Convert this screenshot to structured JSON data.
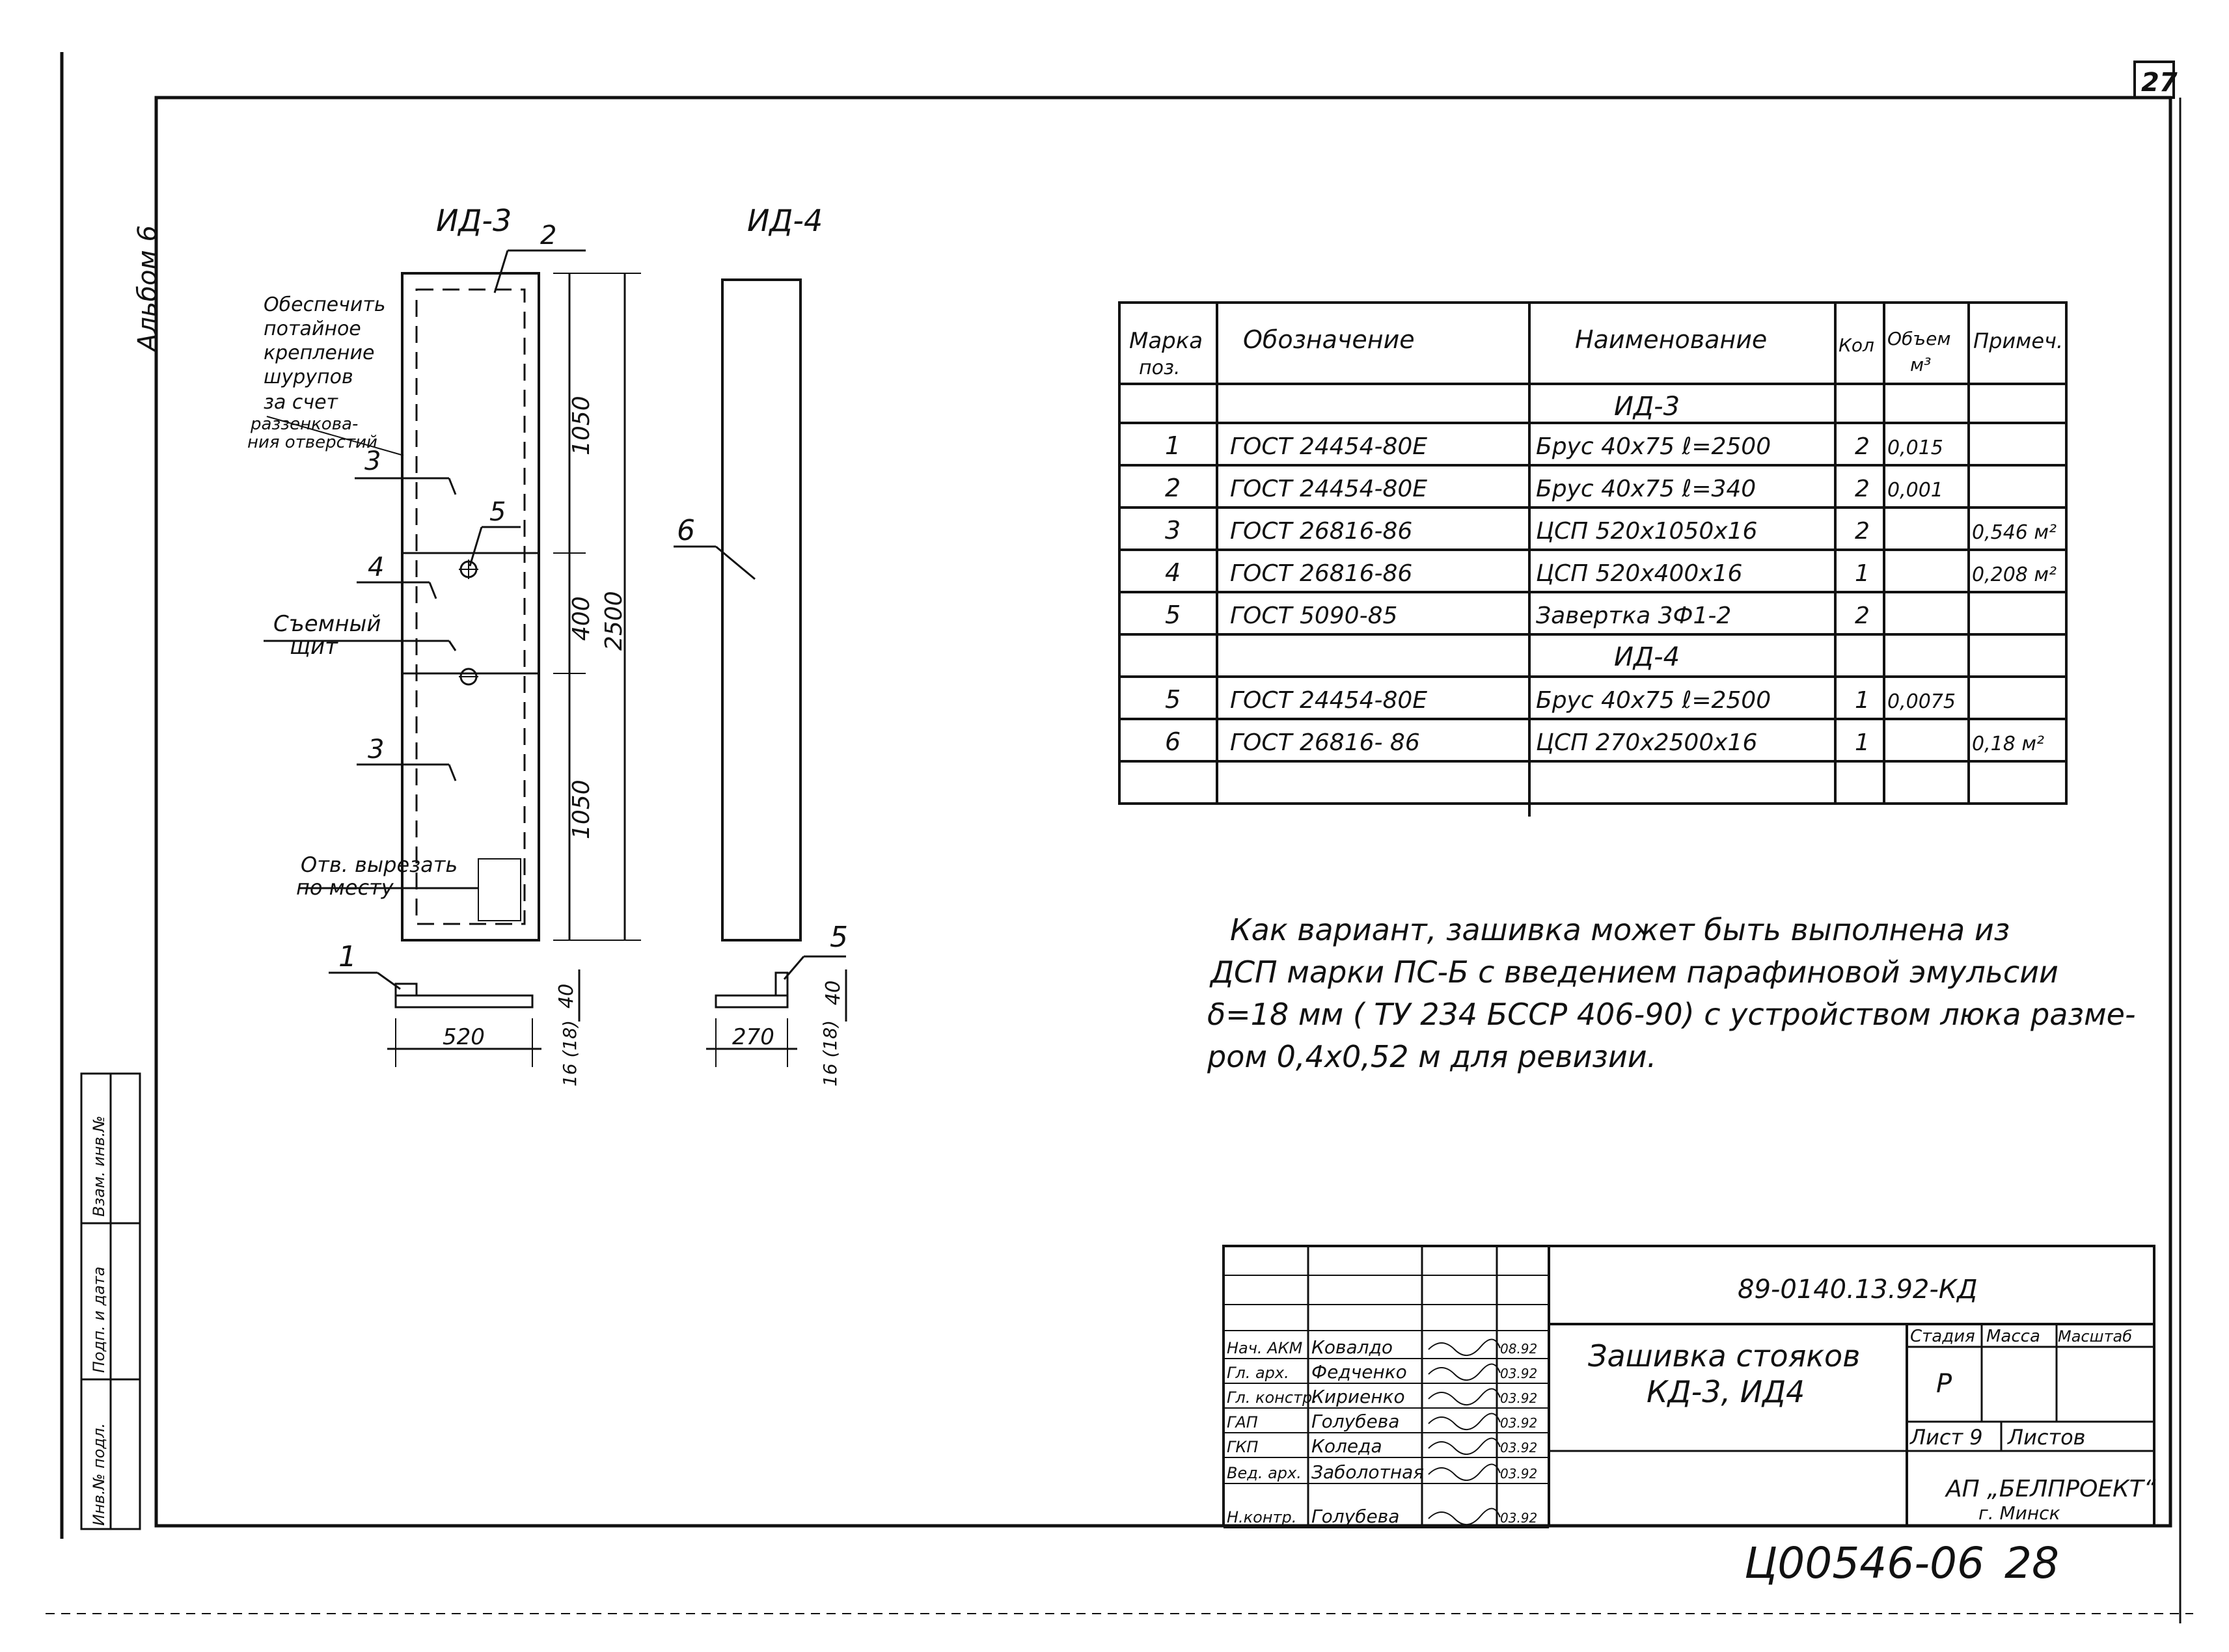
{
  "sheet_number": "27",
  "album_label": "Альбом 6",
  "door_id3": {
    "title": "ИД-3",
    "callouts": [
      "2",
      "3",
      "4",
      "5",
      "3"
    ],
    "note_fastening": [
      "Обеспечить",
      "потайное",
      "крепление",
      "шурупов",
      "за счет",
      "раззенкова-",
      "ния отверстий"
    ],
    "note_removable": [
      "Съемный",
      "щит"
    ],
    "note_holes": [
      "Отв. вырезать",
      "по месту"
    ],
    "dims": [
      "1050",
      "400",
      "1050",
      "2500"
    ],
    "section_callout": "1",
    "section_dims": [
      "520",
      "40",
      "16 (18)"
    ]
  },
  "door_id4": {
    "title": "ИД-4",
    "callout": "6",
    "section_callout": "5",
    "section_dims": [
      "270",
      "40",
      "16 (18)"
    ]
  },
  "spec_table": {
    "headers": [
      "Марка поз.",
      "Обозначение",
      "Наименование",
      "Кол",
      "Объем м³",
      "Примеч."
    ],
    "groups": [
      {
        "title": "ИД-3",
        "rows": [
          [
            "1",
            "ГОСТ 24454-80Е",
            "Брус  40х75  ℓ=2500",
            "2",
            "0,015",
            ""
          ],
          [
            "2",
            "ГОСТ 24454-80Е",
            "Брус 40х75  ℓ=340",
            "2",
            "0,001",
            ""
          ],
          [
            "3",
            "ГОСТ 26816-86",
            "ЦСП 520х1050х16",
            "2",
            "",
            "0,546 м²"
          ],
          [
            "4",
            "ГОСТ 26816-86",
            "ЦСП 520х400х16",
            "1",
            "",
            "0,208 м²"
          ],
          [
            "5",
            "ГОСТ 5090-85",
            "Завертка 3Ф1-2",
            "2",
            "",
            ""
          ]
        ]
      },
      {
        "title": "ИД-4",
        "rows": [
          [
            "5",
            "ГОСТ 24454-80Е",
            "Брус 40х75 ℓ=2500",
            "1",
            "0,0075",
            ""
          ],
          [
            "6",
            "ГОСТ 26816- 86",
            "ЦСП 270х2500х16",
            "1",
            "",
            "0,18 м²"
          ]
        ]
      }
    ]
  },
  "note_lines": [
    "Как вариант, зашивка может быть выполнена из",
    "ДСП марки ПС-Б с введением парафиновой эмульсии",
    "δ=18 мм ( ТУ 234 БССР 406-90) с устройством люка разме-",
    "ром 0,4х0,52 м  для ревизии."
  ],
  "left_margin_labels": [
    "Инв.№ подл.",
    "Подп. и дата",
    "Взам. инв.№"
  ],
  "title_block": {
    "doc_code": "89-0140.13.92-КД",
    "drawing_title": [
      "Зашивка стояков",
      "КД-3, ИД4"
    ],
    "signers": [
      {
        "role": "Нач. АКМ",
        "name": "Ковалдо",
        "date": "08.92"
      },
      {
        "role": "Гл. арх.",
        "name": "Федченко",
        "date": "03.92"
      },
      {
        "role": "Гл. констр.",
        "name": "Кириенко",
        "date": "03.92"
      },
      {
        "role": "ГАП",
        "name": "Голубева",
        "date": "03.92"
      },
      {
        "role": "ГКП",
        "name": "Коледа",
        "date": "03.92"
      },
      {
        "role": "Вед. арх.",
        "name": "Заболотная",
        "date": "03.92"
      },
      {
        "role": "Н.контр.",
        "name": "Голубева",
        "date": "03.92"
      }
    ],
    "stage_label": "Стадия",
    "mass_label": "Масса",
    "scale_label": "Масштаб",
    "stage_value": "Р",
    "sheet_label": "Лист 9",
    "sheets_label": "Листов",
    "org": [
      "АП „БЕЛПРОЕКТ“",
      "г. Минск"
    ]
  },
  "archive_number": "Ц00546-06",
  "page_number": "28"
}
